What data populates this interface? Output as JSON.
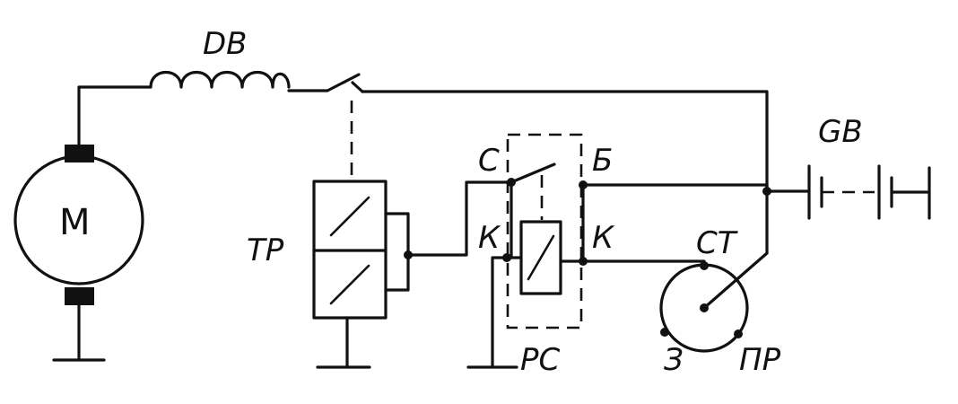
{
  "labels": {
    "motor": "M",
    "field_winding": "DB",
    "traction_relay": "TP",
    "starter_relay": "PC",
    "terminal_s": "C",
    "terminal_b": "Б",
    "terminal_k_left": "К",
    "terminal_k_right": "К",
    "ignition_switch_st": "СТ",
    "ignition_switch_z": "З",
    "ignition_switch_pr": "ПР",
    "battery": "GB"
  }
}
